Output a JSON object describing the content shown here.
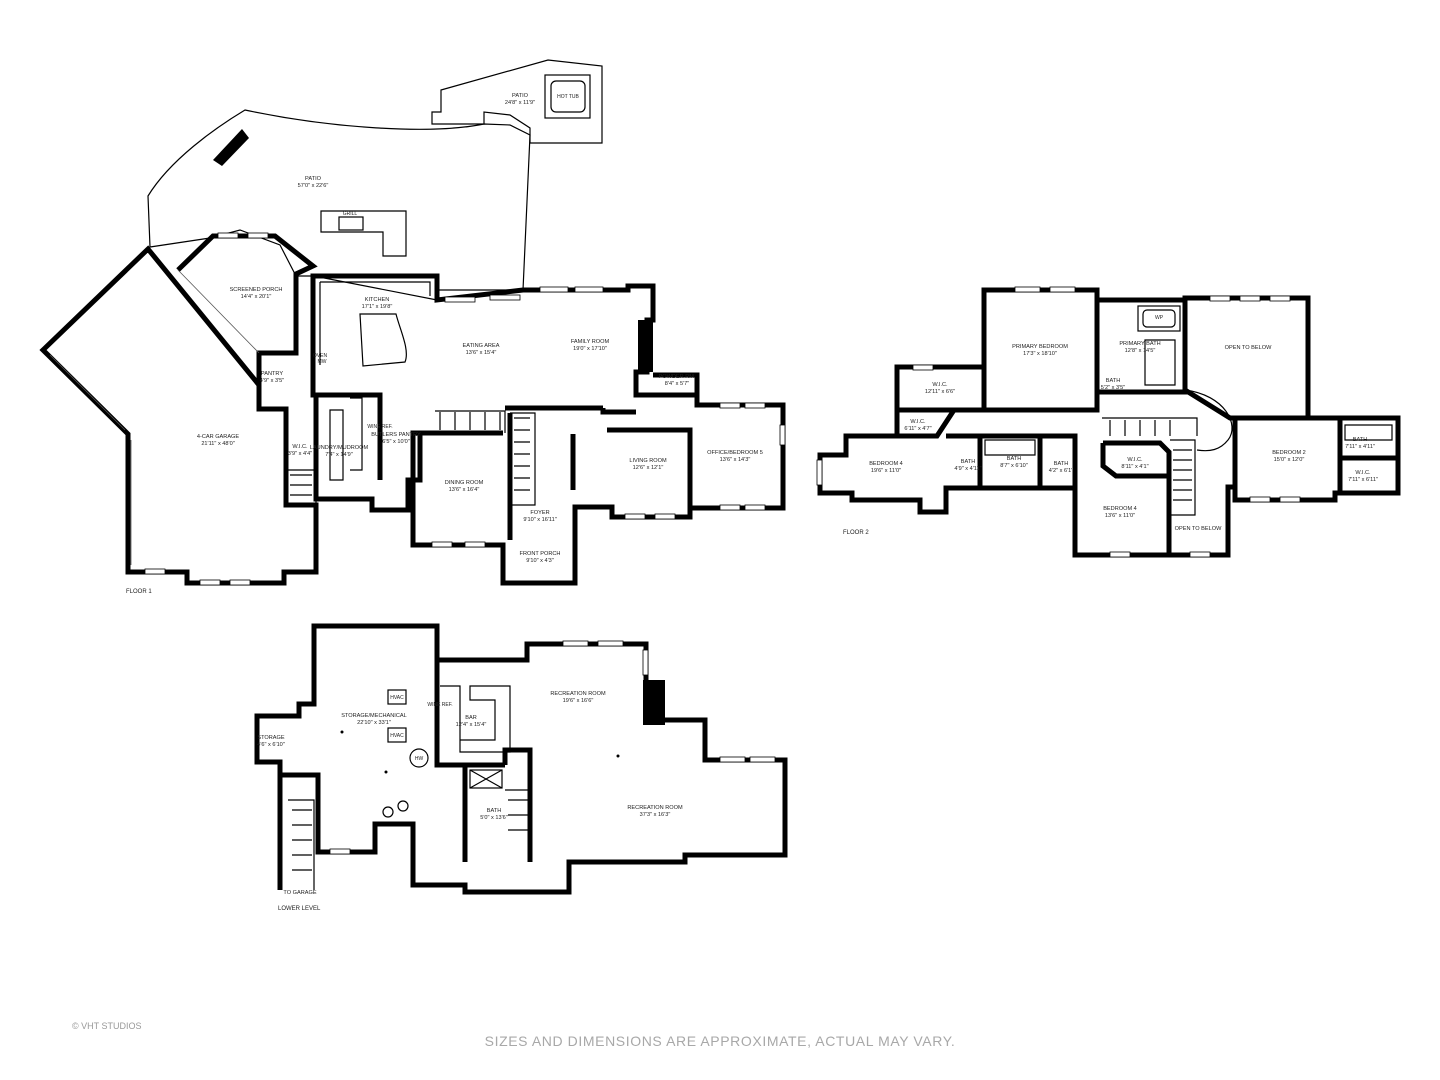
{
  "floors": [
    {
      "id": "floor1",
      "label": "FLOOR 1",
      "rooms": [
        {
          "id": "patio-upper",
          "name": "PATIO",
          "dim": "24'8\" x 11'9\""
        },
        {
          "id": "patio-main",
          "name": "PATIO",
          "dim": "57'0\" x 22'6\""
        },
        {
          "id": "screened-porch",
          "name": "SCREENED PORCH",
          "dim": "14'4\" x 20'1\""
        },
        {
          "id": "kitchen",
          "name": "KITCHEN",
          "dim": "17'1\" x 19'8\""
        },
        {
          "id": "eating-area",
          "name": "EATING AREA",
          "dim": "13'6\" x 15'4\""
        },
        {
          "id": "family-room",
          "name": "FAMILY ROOM",
          "dim": "19'0\" x 17'10\""
        },
        {
          "id": "powder-rm",
          "name": "POWDER RM.",
          "dim": "8'4\" x 5'7\""
        },
        {
          "id": "office-bedroom5",
          "name": "OFFICE/BEDROOM 5",
          "dim": "13'6\" x 14'3\""
        },
        {
          "id": "living-room",
          "name": "LIVING ROOM",
          "dim": "12'6\" x 12'1\""
        },
        {
          "id": "dining-room",
          "name": "DINING ROOM",
          "dim": "13'6\" x 16'4\""
        },
        {
          "id": "foyer",
          "name": "FOYER",
          "dim": "9'10\" x 16'11\""
        },
        {
          "id": "front-porch",
          "name": "FRONT PORCH",
          "dim": "9'10\" x 4'3\""
        },
        {
          "id": "garage",
          "name": "4-CAR GARAGE",
          "dim": "21'11\" x 48'0\""
        },
        {
          "id": "wic-f1",
          "name": "W.I.C.",
          "dim": "3'9\" x 4'4\""
        },
        {
          "id": "laundry",
          "name": "LAUNDRY/MUDROOM",
          "dim": "7'4\" x 14'9\""
        },
        {
          "id": "butlers-pantry",
          "name": "BUTLERS PANTRY",
          "dim": "6'5\" x 10'0\""
        },
        {
          "id": "pantry",
          "name": "PANTRY",
          "dim": "4'9\" x 3'5\""
        }
      ],
      "fixtures": {
        "hot_tub": "HOT TUB",
        "grill": "GRILL",
        "oven": "OVEN",
        "mw": "MW",
        "wine_ref": "WINE REF."
      }
    },
    {
      "id": "floor2",
      "label": "FLOOR 2",
      "rooms": [
        {
          "id": "primary-bedroom",
          "name": "PRIMARY BEDROOM",
          "dim": "17'3\" x 18'10\""
        },
        {
          "id": "primary-bath",
          "name": "PRIMARY BATH",
          "dim": "12'8\" x 14'5\""
        },
        {
          "id": "bath-primary-wc",
          "name": "BATH",
          "dim": "5'2\" x 3'5\""
        },
        {
          "id": "open-below-1",
          "name": "OPEN TO BELOW",
          "dim": ""
        },
        {
          "id": "wic-1",
          "name": "W.I.C.",
          "dim": "12'11\" x 6'6\""
        },
        {
          "id": "wic-2",
          "name": "W.I.C.",
          "dim": "6'11\" x 4'7\""
        },
        {
          "id": "bedroom4-left",
          "name": "BEDROOM 4",
          "dim": "19'6\" x 11'0\""
        },
        {
          "id": "bath-a",
          "name": "BATH",
          "dim": "4'9\" x 4'11\""
        },
        {
          "id": "bath-b",
          "name": "BATH",
          "dim": "8'7\" x 6'10\""
        },
        {
          "id": "bath-c",
          "name": "BATH",
          "dim": "4'2\" x 6'1\""
        },
        {
          "id": "wic-3",
          "name": "W.I.C.",
          "dim": "8'11\" x 4'1\""
        },
        {
          "id": "bedroom4-right",
          "name": "BEDROOM 4",
          "dim": "13'6\" x 11'0\""
        },
        {
          "id": "open-below-2",
          "name": "OPEN TO BELOW",
          "dim": ""
        },
        {
          "id": "bedroom2",
          "name": "BEDROOM 2",
          "dim": "15'0\" x 12'0\""
        },
        {
          "id": "bath-d",
          "name": "BATH",
          "dim": "7'11\" x 4'11\""
        },
        {
          "id": "wic-4",
          "name": "W.I.C.",
          "dim": "7'11\" x 6'11\""
        }
      ],
      "fixtures": {
        "wp": "WP"
      }
    },
    {
      "id": "lower",
      "label": "LOWER LEVEL",
      "rooms": [
        {
          "id": "storage-mech",
          "name": "STORAGE/MECHANICAL",
          "dim": "22'10\" x 33'1\""
        },
        {
          "id": "storage",
          "name": "STORAGE",
          "dim": "4'6\" x 6'10\""
        },
        {
          "id": "bar",
          "name": "BAR",
          "dim": "12'4\" x 15'4\""
        },
        {
          "id": "rec-room-1",
          "name": "RECREATION ROOM",
          "dim": "19'6\" x 16'6\""
        },
        {
          "id": "rec-room-2",
          "name": "RECREATION ROOM",
          "dim": "37'3\" x 16'3\""
        },
        {
          "id": "bath-lower",
          "name": "BATH",
          "dim": "5'0\" x 13'6\""
        },
        {
          "id": "to-garage",
          "name": "TO GARAGE",
          "dim": ""
        }
      ],
      "fixtures": {
        "hvac1": "HVAC",
        "hvac2": "HVAC",
        "hw": "HW",
        "wine_ref": "WINE REF."
      }
    }
  ],
  "footer": {
    "copyright": "© VHT STUDIOS",
    "disclaimer": "SIZES AND DIMENSIONS ARE APPROXIMATE, ACTUAL MAY VARY."
  }
}
